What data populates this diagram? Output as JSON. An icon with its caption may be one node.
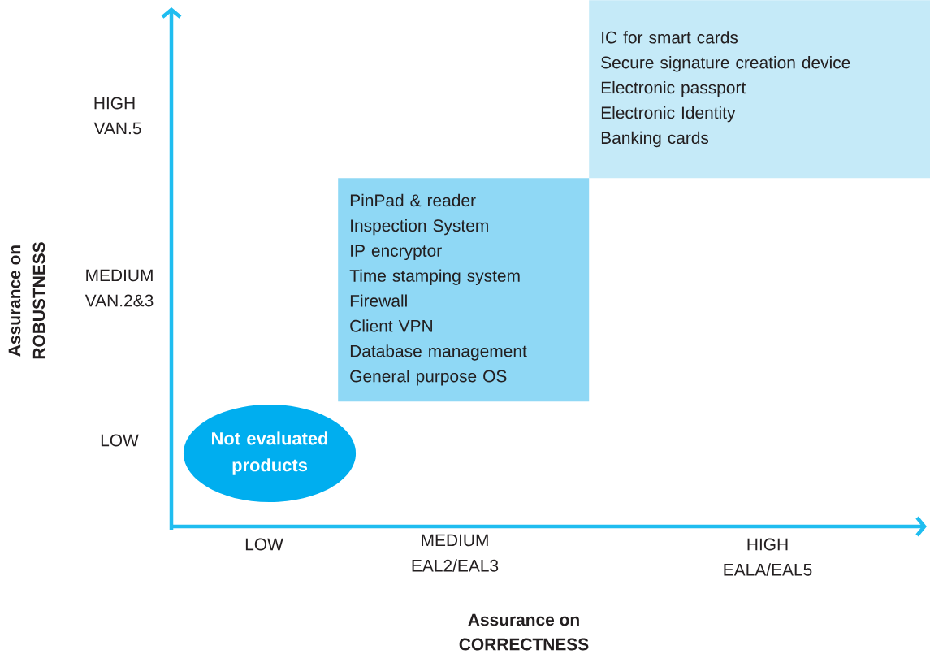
{
  "diagram": {
    "nodes": [
      {
        "text": [
          "Not evaluated products"
        ]
      },
      {
        "text": [
          "PinPad & reader",
          "Inspection System",
          "IP encryptor",
          "Time stamping system",
          "Firewall",
          "Client VPN",
          "Database management",
          "General purpose OS"
        ]
      },
      {
        "text": [
          "IC for smart cards",
          "Secure signature creation device",
          "Electronic passport",
          "Electronic Identity",
          "Banking cards"
        ]
      }
    ],
    "labels": [
      "HIGH",
      "VAN.5",
      "MEDIUM",
      "VAN.2&3",
      "LOW",
      "LOW",
      "MEDIUM",
      "EAL2/EAL3",
      "HIGH",
      "EALA/EAL5",
      "Assurance on",
      "CORRECTNESS",
      "Assurance on",
      "ROBUSTNESS"
    ]
  }
}
